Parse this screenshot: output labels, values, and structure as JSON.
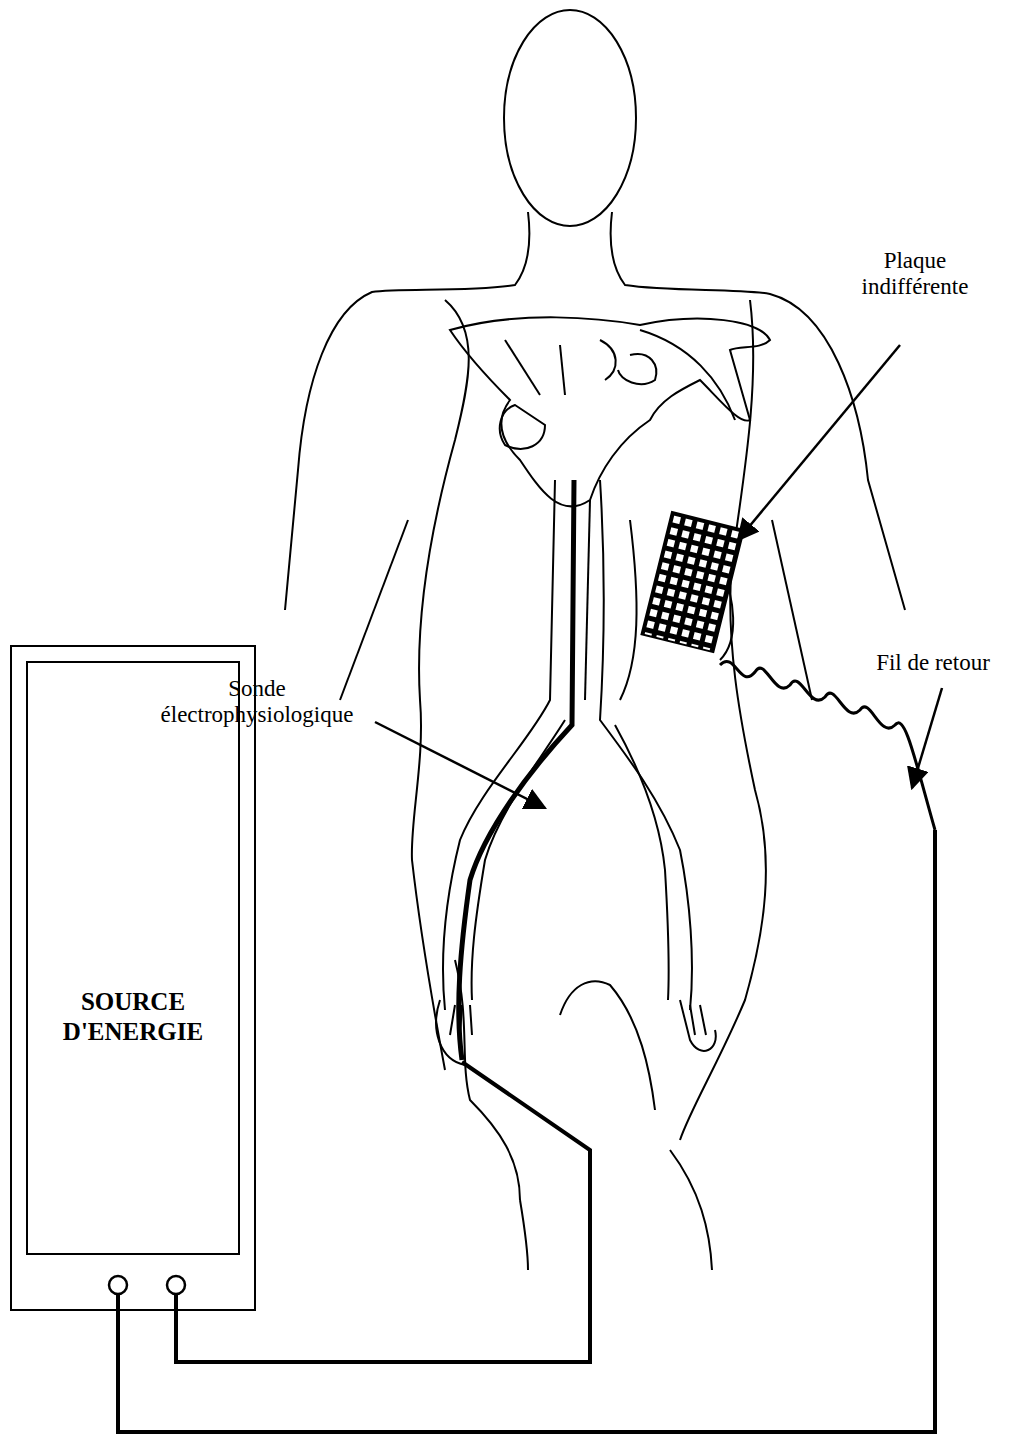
{
  "diagram": {
    "nodes": [
      {
        "text": [
          "SOURCE D'ENERGIE"
        ]
      }
    ],
    "labels": [
      "Plaque indifférente",
      "Sonde électrophysiologique",
      "Fil de retour"
    ]
  }
}
